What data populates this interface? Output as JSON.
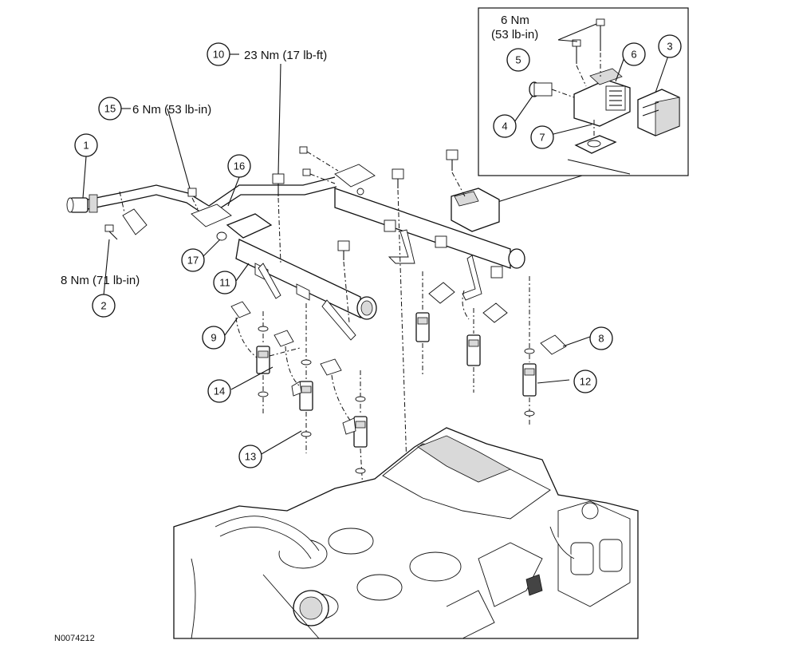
{
  "figure_id": "N0074212",
  "callouts": [
    {
      "id": "1",
      "number": "1"
    },
    {
      "id": "2",
      "number": "2",
      "torque": "8 Nm (71 lb-in)"
    },
    {
      "id": "3",
      "number": "3"
    },
    {
      "id": "4",
      "number": "4"
    },
    {
      "id": "5",
      "number": "5",
      "torque": "6 Nm",
      "torque_sub": "(53 lb-in)"
    },
    {
      "id": "6",
      "number": "6"
    },
    {
      "id": "7",
      "number": "7"
    },
    {
      "id": "8",
      "number": "8"
    },
    {
      "id": "9",
      "number": "9"
    },
    {
      "id": "10",
      "number": "10",
      "torque": "23 Nm (17 lb-ft)"
    },
    {
      "id": "11",
      "number": "11"
    },
    {
      "id": "12",
      "number": "12"
    },
    {
      "id": "13",
      "number": "13"
    },
    {
      "id": "14",
      "number": "14"
    },
    {
      "id": "15",
      "number": "15",
      "torque": "6 Nm (53 lb-in)"
    },
    {
      "id": "16",
      "number": "16"
    },
    {
      "id": "17",
      "number": "17"
    }
  ]
}
